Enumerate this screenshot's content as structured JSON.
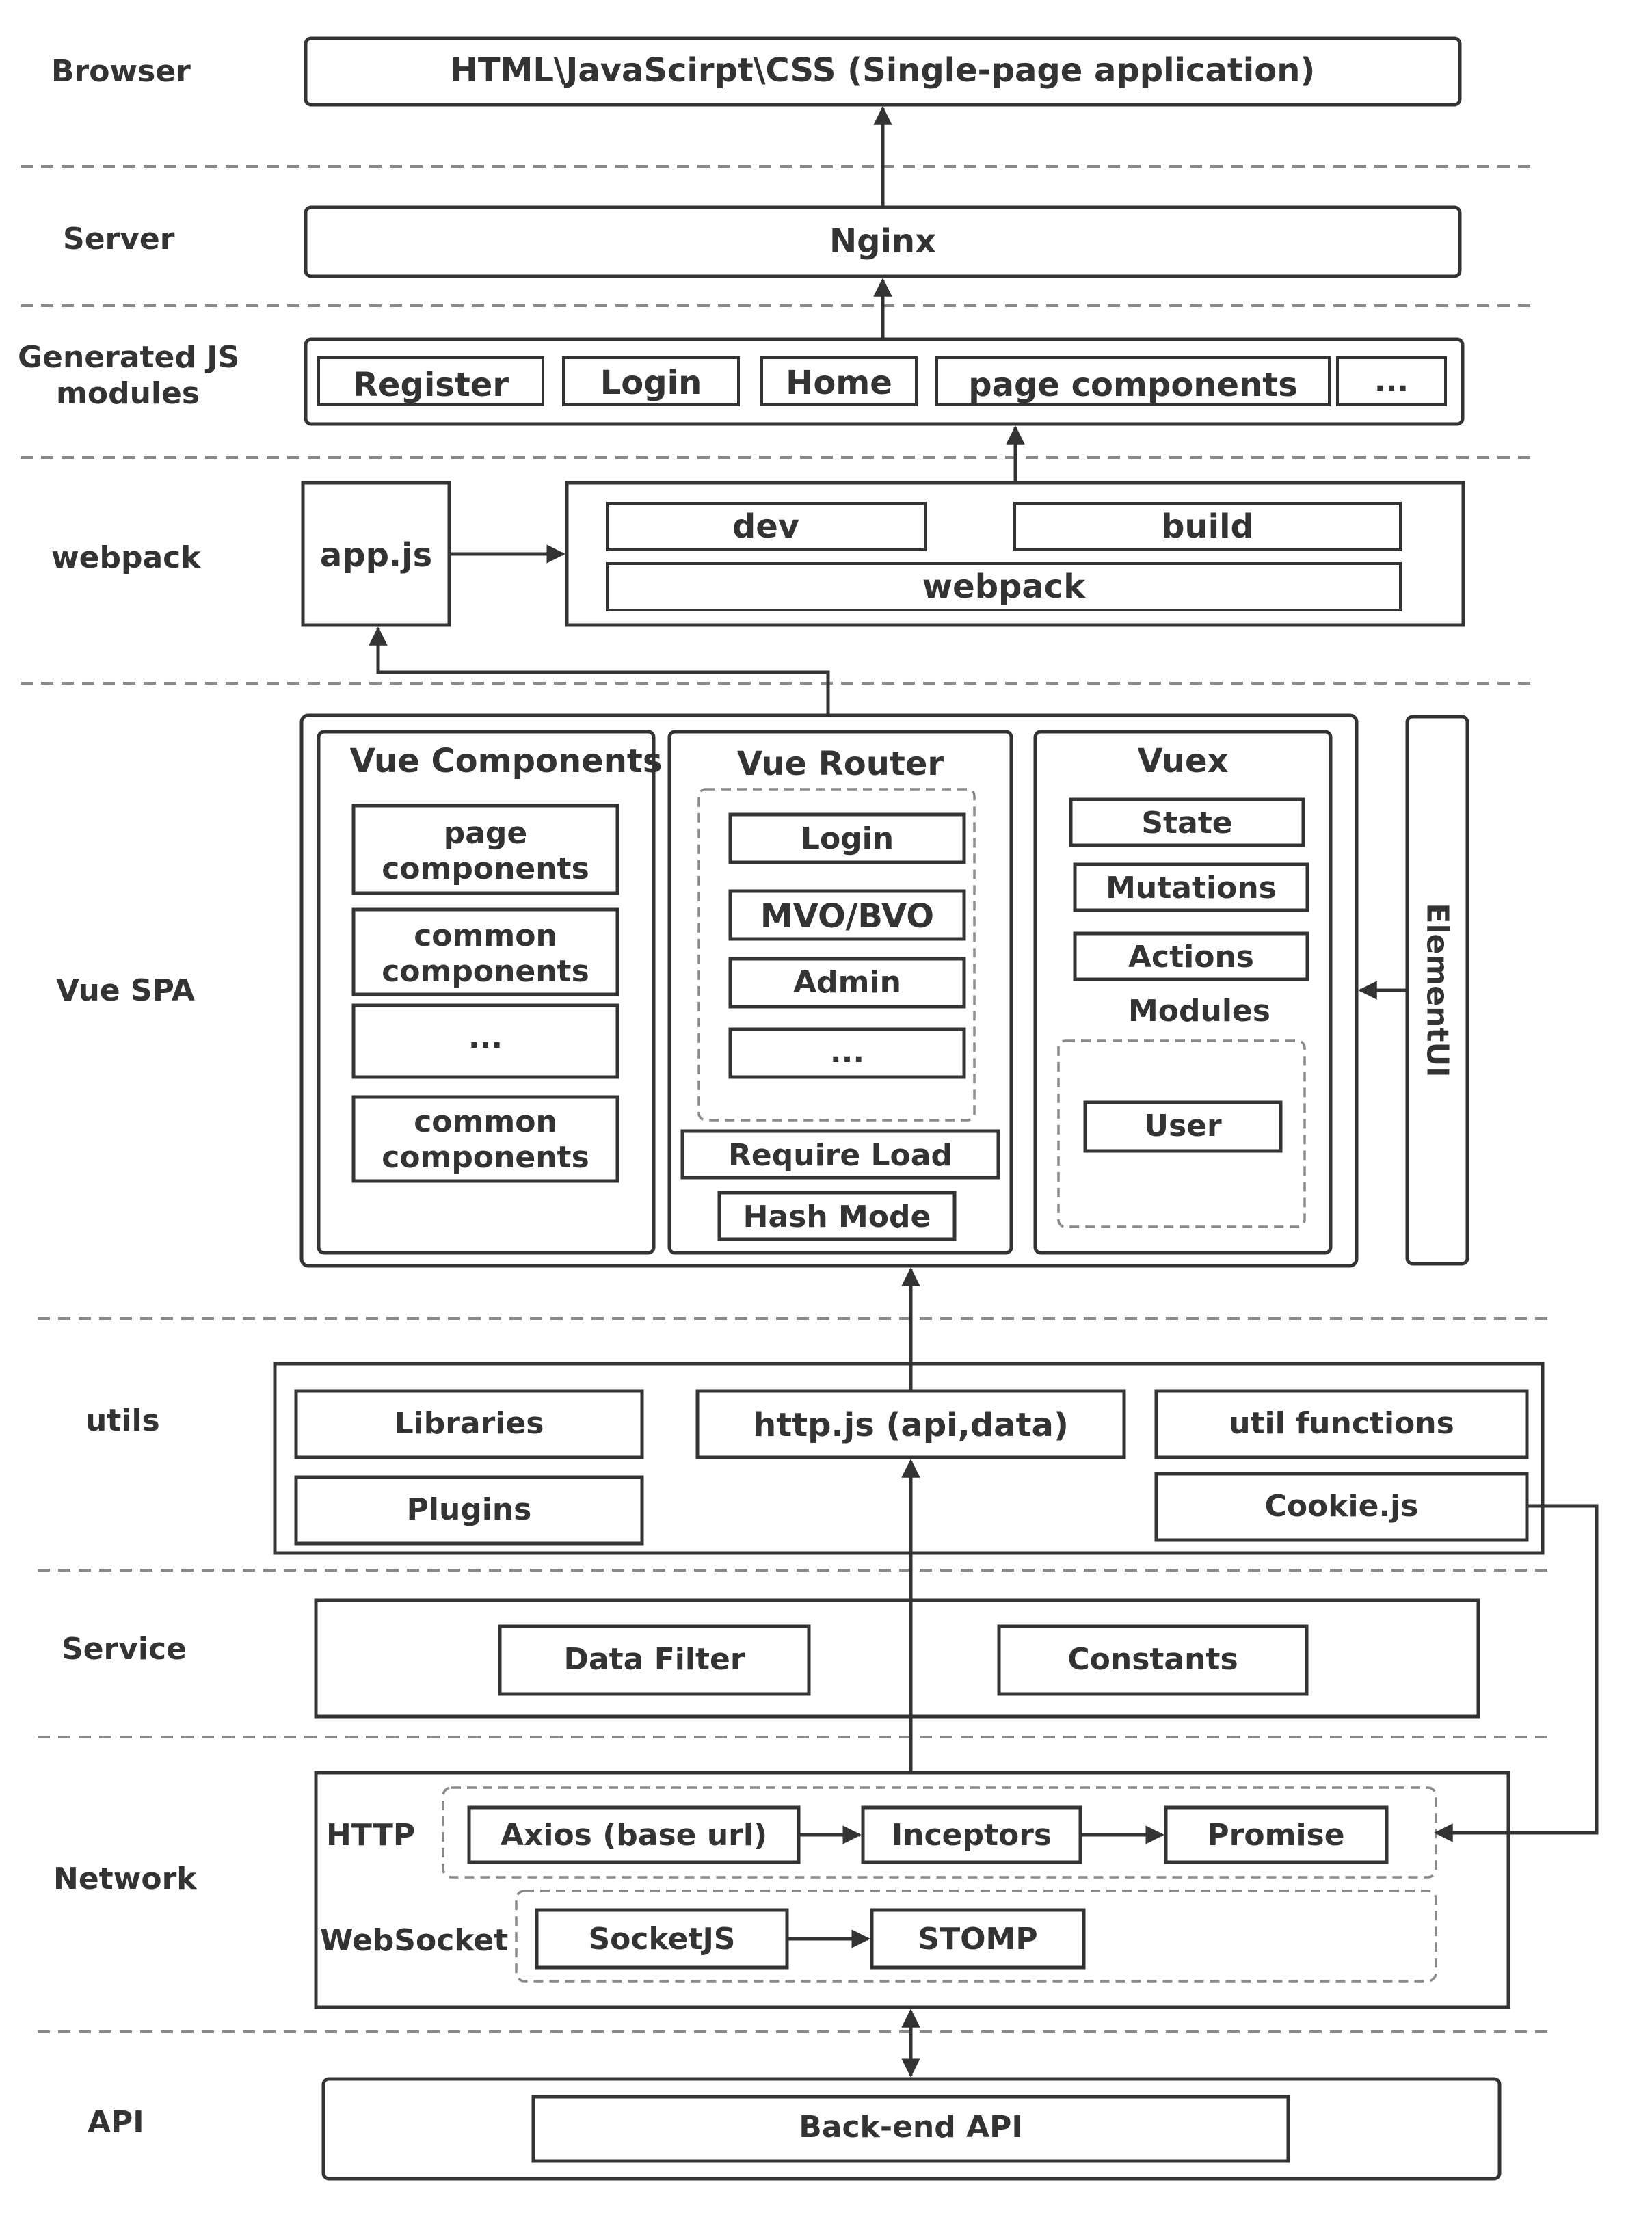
{
  "layers": [
    {
      "id": "browser",
      "label": "Browser"
    },
    {
      "id": "server",
      "label": "Server"
    },
    {
      "id": "generated",
      "label_lines": [
        "Generated JS",
        "modules"
      ]
    },
    {
      "id": "webpack",
      "label": "webpack"
    },
    {
      "id": "vuespa",
      "label": "Vue SPA"
    },
    {
      "id": "utils",
      "label": "utils"
    },
    {
      "id": "service",
      "label": "Service"
    },
    {
      "id": "network",
      "label": "Network"
    },
    {
      "id": "api",
      "label": "API"
    }
  ],
  "browser": {
    "box": "HTML\\JavaScirpt\\CSS (Single-page application)"
  },
  "server": {
    "box": "Nginx"
  },
  "generated": {
    "items": [
      "Register",
      "Login",
      "Home",
      "page components",
      "..."
    ]
  },
  "webpack": {
    "app": "app.js",
    "dev": "dev",
    "build": "build",
    "webpack": "webpack"
  },
  "vuespa": {
    "components": {
      "title": "Vue Components",
      "items": [
        [
          "page",
          "components"
        ],
        [
          "common",
          "components"
        ],
        [
          "..."
        ],
        [
          "common",
          "components"
        ]
      ]
    },
    "router": {
      "title": "Vue Router",
      "items": [
        "Login",
        "MVO/BVO",
        "Admin",
        "..."
      ],
      "require_load": "Require Load",
      "hash_mode": "Hash Mode"
    },
    "vuex": {
      "title": "Vuex",
      "items": [
        "State",
        "Mutations",
        "Actions"
      ],
      "modules_label": "Modules",
      "modules": [
        "User"
      ]
    },
    "element_ui": "ElementUI"
  },
  "utils": {
    "libraries": "Libraries",
    "plugins": "Plugins",
    "http": "http.js (api,data)",
    "util_functions": "util functions",
    "cookie": "Cookie.js"
  },
  "service": {
    "data_filter": "Data Filter",
    "constants": "Constants"
  },
  "network": {
    "http_label": "HTTP",
    "axios": "Axios (base url)",
    "inceptors": "Inceptors",
    "promise": "Promise",
    "websocket_label": "WebSocket",
    "socketjs": "SocketJS",
    "stomp": "STOMP"
  },
  "api": {
    "backend": "Back-end API"
  }
}
